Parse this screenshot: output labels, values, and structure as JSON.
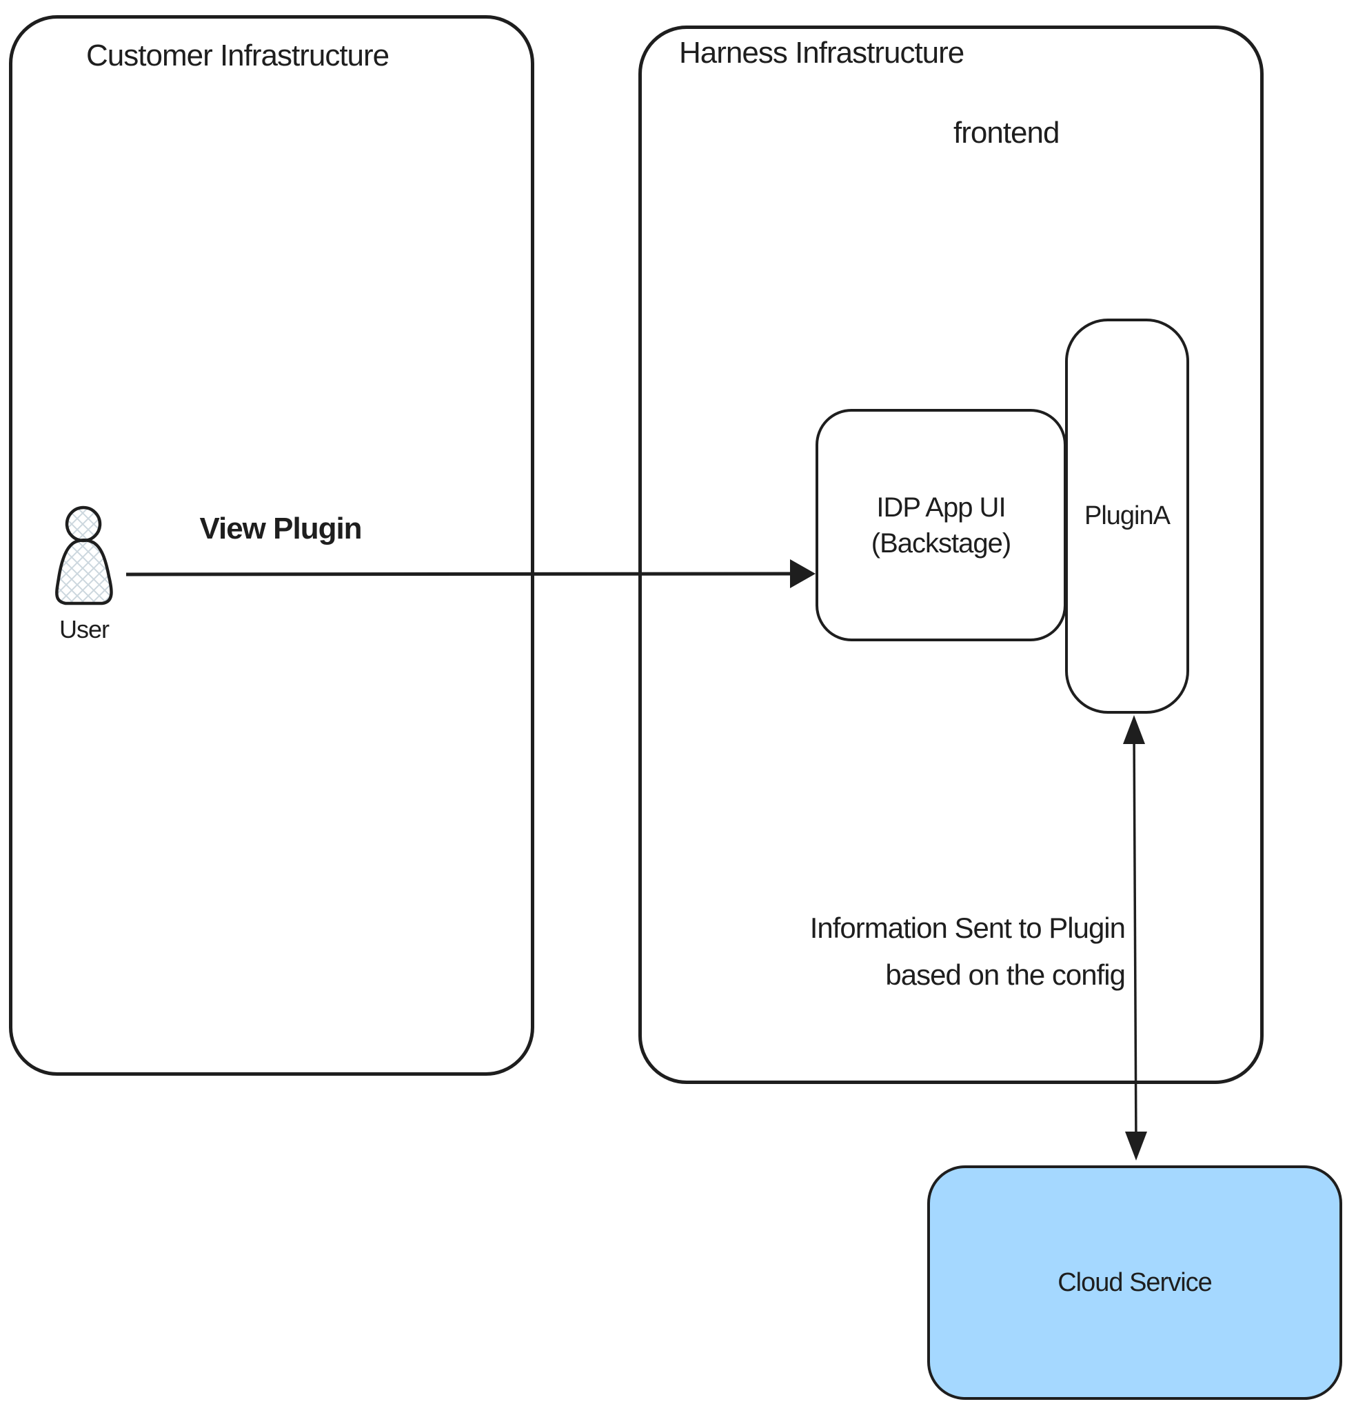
{
  "diagram": {
    "customer": {
      "title": "Customer Infrastructure"
    },
    "harness": {
      "title": "Harness Infrastructure",
      "frontend_label": "frontend"
    },
    "idp": {
      "line1": "IDP App UI",
      "line2": "(Backstage)"
    },
    "plugin": {
      "label": "PluginA"
    },
    "cloud": {
      "label": "Cloud Service"
    },
    "user": {
      "label": "User"
    },
    "view_plugin_arrow": {
      "label": "View Plugin"
    },
    "info_arrow": {
      "line1": "Information Sent to Plugin",
      "line2": "based on the config"
    },
    "colors": {
      "stroke": "#1e1e1e",
      "cloud_fill": "#a5d8ff",
      "user_hatch": "#ccd7de"
    }
  }
}
